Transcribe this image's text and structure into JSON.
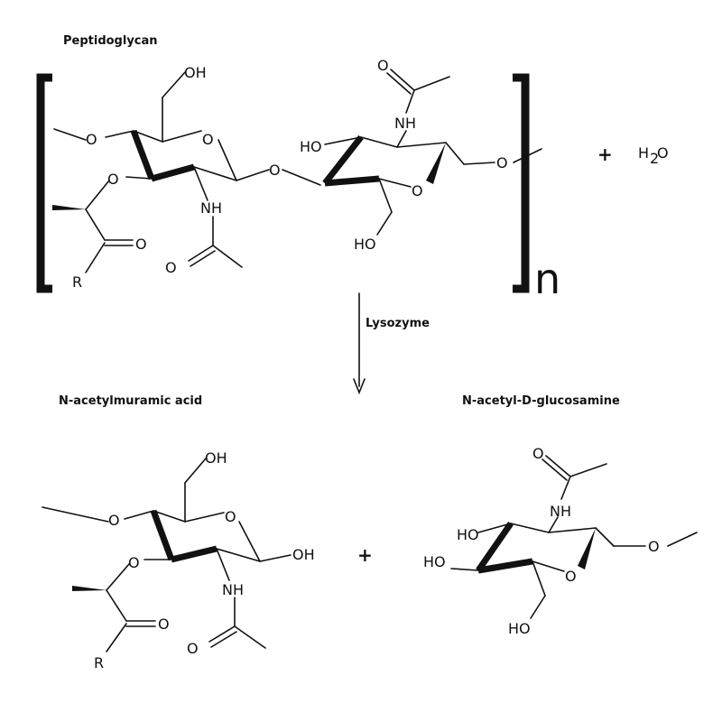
{
  "title": "Peptidoglycan",
  "reagent": "Lysozyme",
  "plus": "+",
  "water": {
    "H": "H",
    "sub": "2",
    "O": "O"
  },
  "repeat": "n",
  "products": {
    "left_name": "N-acetylmuramic acid",
    "right_name": "N-acetyl-D-glucosamine"
  },
  "atoms": {
    "O": "O",
    "OH": "OH",
    "HO": "HO",
    "NH": "NH",
    "R": "R"
  }
}
